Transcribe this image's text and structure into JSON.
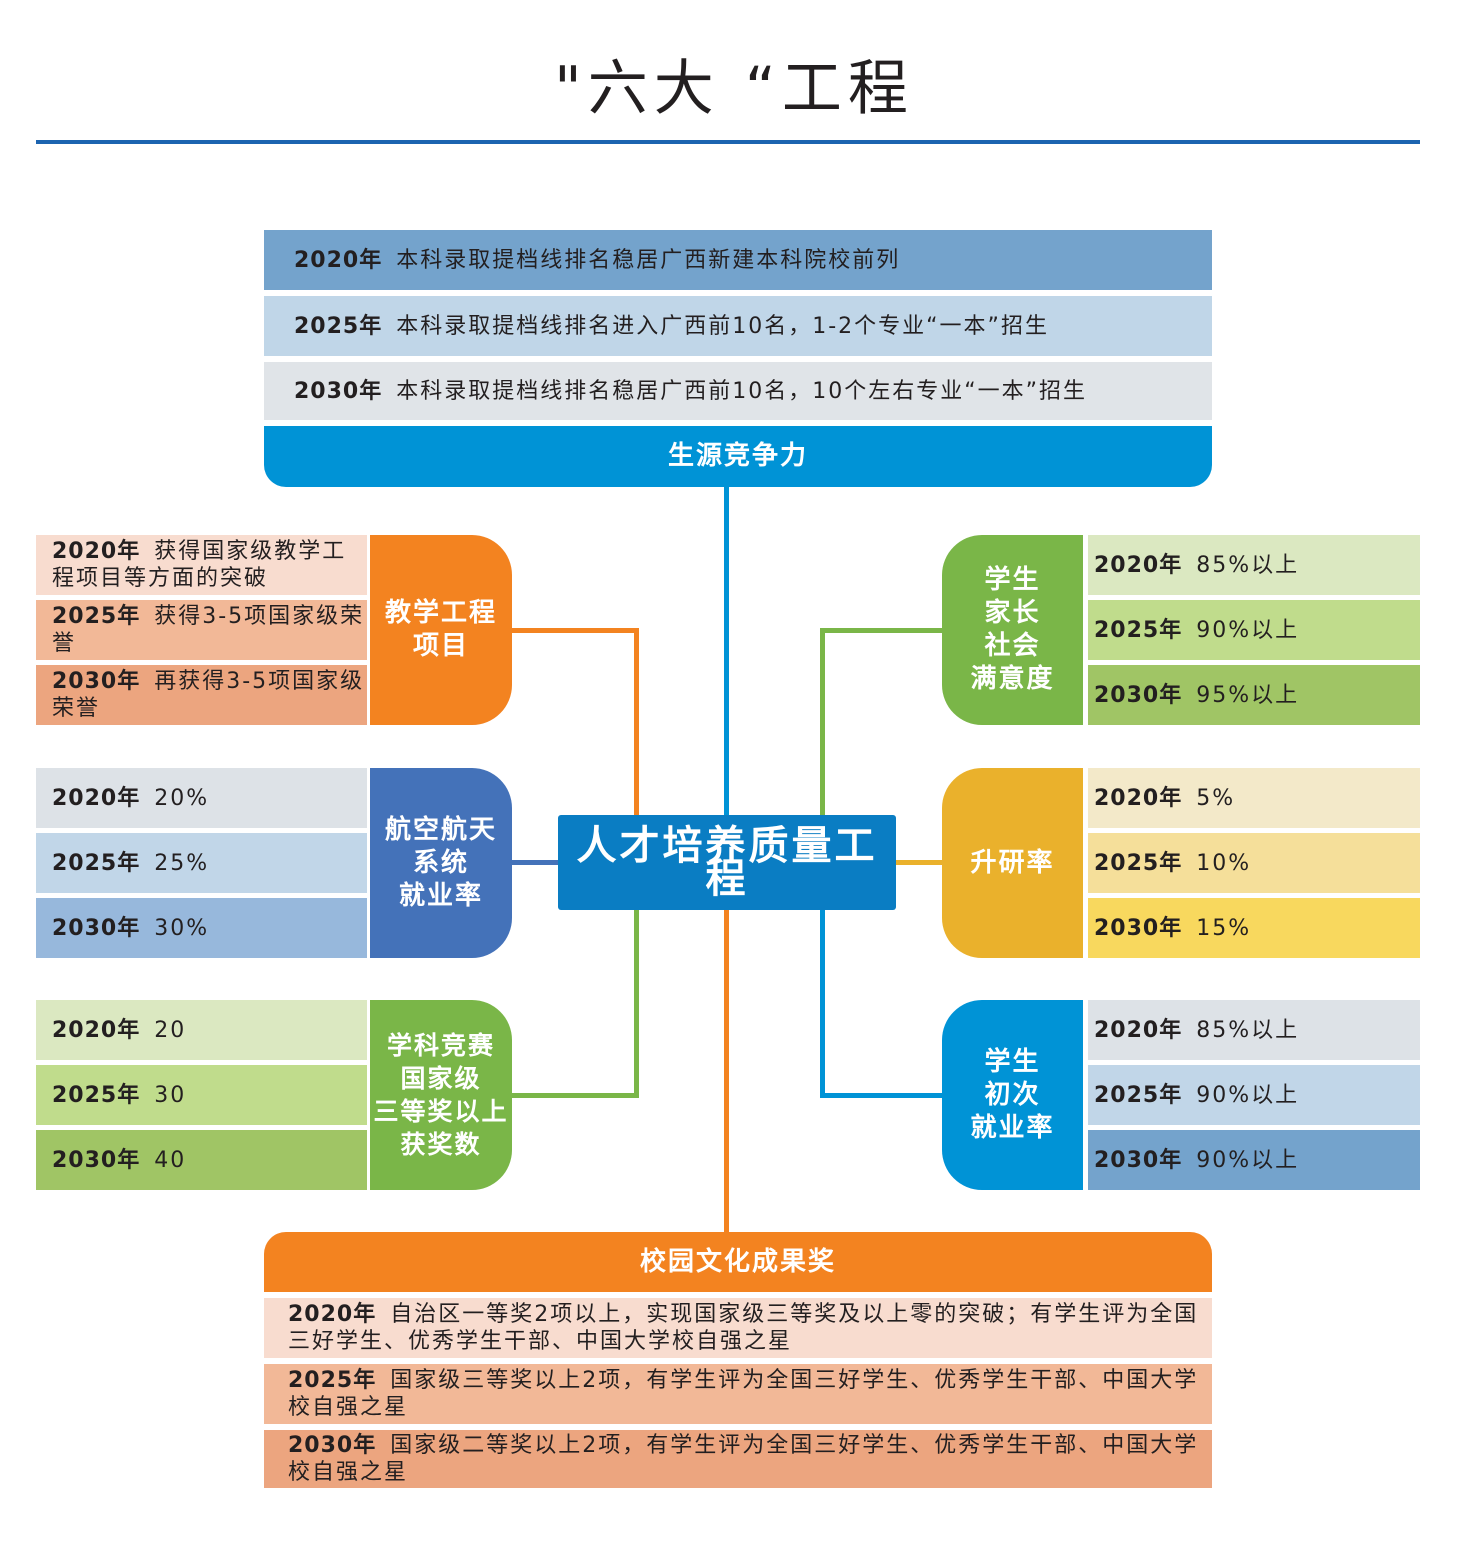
{
  "title": "\"六大 “工程",
  "center": "人才培养质量工程",
  "colors": {
    "center": "#0a7dc3",
    "blue": "#0093d6",
    "orange": "#f38320",
    "navy": "#4472b9",
    "green": "#7ab648",
    "yellow": "#eab12c"
  },
  "top": {
    "label": "生源竞争力",
    "rows": [
      {
        "year": "2020年",
        "text": "本科录取提档线排名稳居广西新建本科院校前列"
      },
      {
        "year": "2025年",
        "text": "本科录取提档线排名进入广西前10名，1-2个专业“一本”招生"
      },
      {
        "year": "2030年",
        "text": "本科录取提档线排名稳居广西前10名，10个左右专业“一本”招生"
      }
    ]
  },
  "bottom": {
    "label": "校园文化成果奖",
    "rows": [
      {
        "year": "2020年",
        "text": "自治区一等奖2项以上，实现国家级三等奖及以上零的突破；有学生评为全国三好学生、优秀学生干部、中国大学校自强之星"
      },
      {
        "year": "2025年",
        "text": "国家级三等奖以上2项，有学生评为全国三好学生、优秀学生干部、中国大学校自强之星"
      },
      {
        "year": "2030年",
        "text": "国家级二等奖以上2项，有学生评为全国三好学生、优秀学生干部、中国大学校自强之星"
      }
    ]
  },
  "left": [
    {
      "label": "教学工程\n项目",
      "rows": [
        {
          "year": "2020年",
          "text": "获得国家级教学工程项目等方面的突破"
        },
        {
          "year": "2025年",
          "text": "获得3-5项国家级荣誉"
        },
        {
          "year": "2030年",
          "text": "再获得3-5项国家级荣誉"
        }
      ]
    },
    {
      "label": "航空航天\n系统\n就业率",
      "rows": [
        {
          "year": "2020年",
          "text": "20%"
        },
        {
          "year": "2025年",
          "text": "25%"
        },
        {
          "year": "2030年",
          "text": "30%"
        }
      ]
    },
    {
      "label": "学科竞赛\n国家级\n三等奖以上\n获奖数",
      "rows": [
        {
          "year": "2020年",
          "text": "20"
        },
        {
          "year": "2025年",
          "text": "30"
        },
        {
          "year": "2030年",
          "text": "40"
        }
      ]
    }
  ],
  "right": [
    {
      "label": "学生\n家长\n社会\n满意度",
      "rows": [
        {
          "year": "2020年",
          "text": "85%以上"
        },
        {
          "year": "2025年",
          "text": "90%以上"
        },
        {
          "year": "2030年",
          "text": "95%以上"
        }
      ]
    },
    {
      "label": "升研率",
      "rows": [
        {
          "year": "2020年",
          "text": "5%"
        },
        {
          "year": "2025年",
          "text": "10%"
        },
        {
          "year": "2030年",
          "text": "15%"
        }
      ]
    },
    {
      "label": "学生\n初次\n就业率",
      "rows": [
        {
          "year": "2020年",
          "text": "85%以上"
        },
        {
          "year": "2025年",
          "text": "90%以上"
        },
        {
          "year": "2030年",
          "text": "90%以上"
        }
      ]
    }
  ]
}
